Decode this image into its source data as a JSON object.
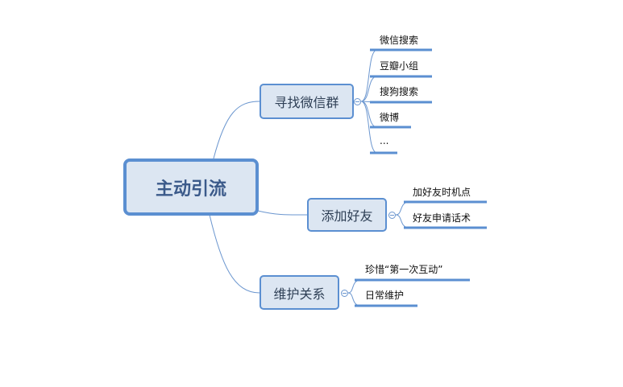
{
  "root": "主动引流",
  "branches": [
    {
      "label": "寻找微信群",
      "children": [
        "微信搜索",
        "豆瓣小组",
        "搜狗搜索",
        "微博",
        "..."
      ]
    },
    {
      "label": "添加好友",
      "children": [
        "加好友时机点",
        "好友申请话术"
      ]
    },
    {
      "label": "维护关系",
      "children": [
        "珍惜“第一次互动”",
        "日常维护"
      ]
    }
  ],
  "colors": {
    "accent": "#5b8fd1",
    "fill": "#dce6f2"
  }
}
